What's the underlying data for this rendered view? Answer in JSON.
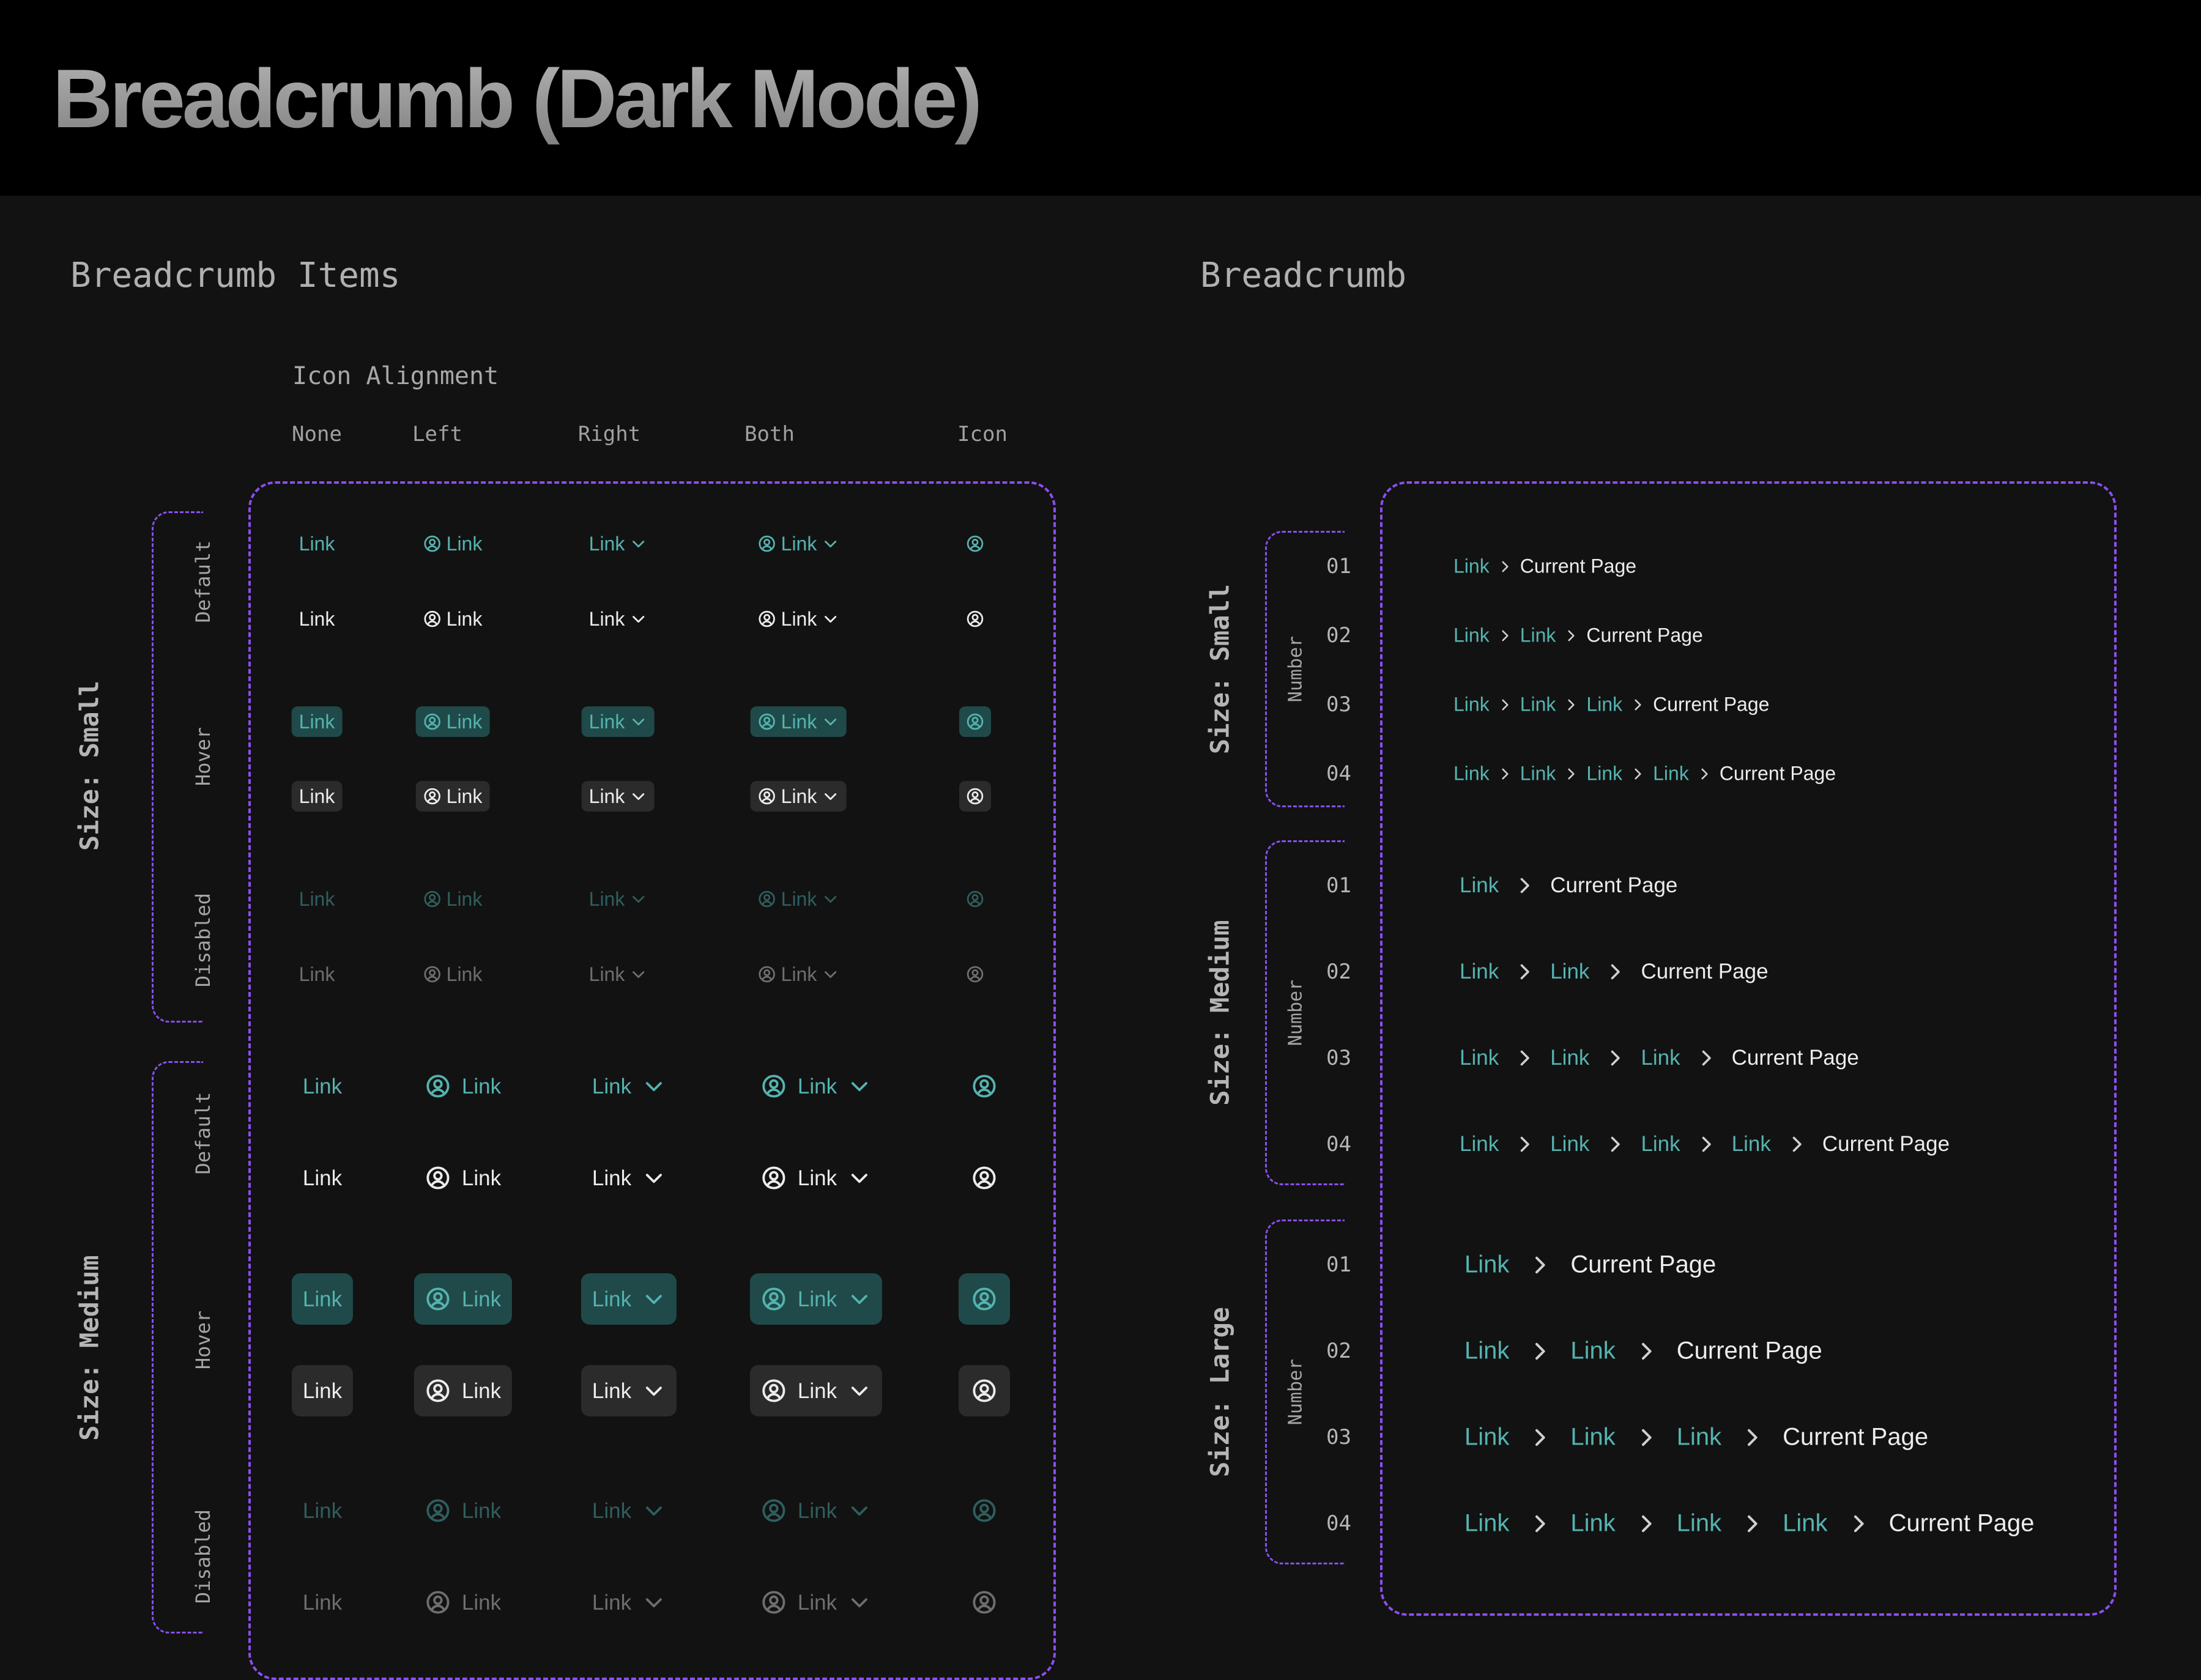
{
  "page_title": "Breadcrumb (Dark Mode)",
  "colors": {
    "accent_purple": "#8a4ff0",
    "link_teal": "#55b3b0",
    "link_teal_disabled": "#2f5e5d",
    "neutral_text": "#ececec",
    "neutral_disabled": "#6e6e6e",
    "hover_teal_bg": "#1f4a49",
    "hover_neutral_bg": "#2b2b2b",
    "background": "#121212",
    "header_background": "#000000"
  },
  "items_section": {
    "title": "Breadcrumb Items",
    "icon_alignment_label": "Icon Alignment",
    "columns": [
      "None",
      "Left",
      "Right",
      "Both",
      "Icon"
    ],
    "sizes": [
      {
        "label": "Size: Small",
        "states": [
          {
            "label": "Default",
            "rows": [
              {
                "variant": "link",
                "text": "Link"
              },
              {
                "variant": "neutral",
                "text": "Link"
              }
            ]
          },
          {
            "label": "Hover",
            "rows": [
              {
                "variant": "link",
                "text": "Link"
              },
              {
                "variant": "neutral",
                "text": "Link"
              }
            ]
          },
          {
            "label": "Disabled",
            "rows": [
              {
                "variant": "link",
                "text": "Link"
              },
              {
                "variant": "neutral",
                "text": "Link"
              }
            ]
          }
        ]
      },
      {
        "label": "Size: Medium",
        "states": [
          {
            "label": "Default",
            "rows": [
              {
                "variant": "link",
                "text": "Link"
              },
              {
                "variant": "neutral",
                "text": "Link"
              }
            ]
          },
          {
            "label": "Hover",
            "rows": [
              {
                "variant": "link",
                "text": "Link"
              },
              {
                "variant": "neutral",
                "text": "Link"
              }
            ]
          },
          {
            "label": "Disabled",
            "rows": [
              {
                "variant": "link",
                "text": "Link"
              },
              {
                "variant": "neutral",
                "text": "Link"
              }
            ]
          }
        ]
      }
    ],
    "icons": {
      "leading": "user-circle-icon",
      "trailing": "chevron-down-icon",
      "separator": "chevron-right-icon"
    }
  },
  "breadcrumb_section": {
    "title": "Breadcrumb",
    "number_label": "Number",
    "groups": [
      {
        "label": "Size: Small",
        "rows": [
          {
            "number": "01",
            "links": [
              "Link"
            ],
            "current": "Current Page"
          },
          {
            "number": "02",
            "links": [
              "Link",
              "Link"
            ],
            "current": "Current Page"
          },
          {
            "number": "03",
            "links": [
              "Link",
              "Link",
              "Link"
            ],
            "current": "Current Page"
          },
          {
            "number": "04",
            "links": [
              "Link",
              "Link",
              "Link",
              "Link"
            ],
            "current": "Current Page"
          }
        ]
      },
      {
        "label": "Size: Medium",
        "rows": [
          {
            "number": "01",
            "links": [
              "Link"
            ],
            "current": "Current Page"
          },
          {
            "number": "02",
            "links": [
              "Link",
              "Link"
            ],
            "current": "Current Page"
          },
          {
            "number": "03",
            "links": [
              "Link",
              "Link",
              "Link"
            ],
            "current": "Current Page"
          },
          {
            "number": "04",
            "links": [
              "Link",
              "Link",
              "Link",
              "Link"
            ],
            "current": "Current Page"
          }
        ]
      },
      {
        "label": "Size: Large",
        "rows": [
          {
            "number": "01",
            "links": [
              "Link"
            ],
            "current": "Current Page"
          },
          {
            "number": "02",
            "links": [
              "Link",
              "Link"
            ],
            "current": "Current Page"
          },
          {
            "number": "03",
            "links": [
              "Link",
              "Link",
              "Link"
            ],
            "current": "Current Page"
          },
          {
            "number": "04",
            "links": [
              "Link",
              "Link",
              "Link",
              "Link"
            ],
            "current": "Current Page"
          }
        ]
      }
    ]
  }
}
